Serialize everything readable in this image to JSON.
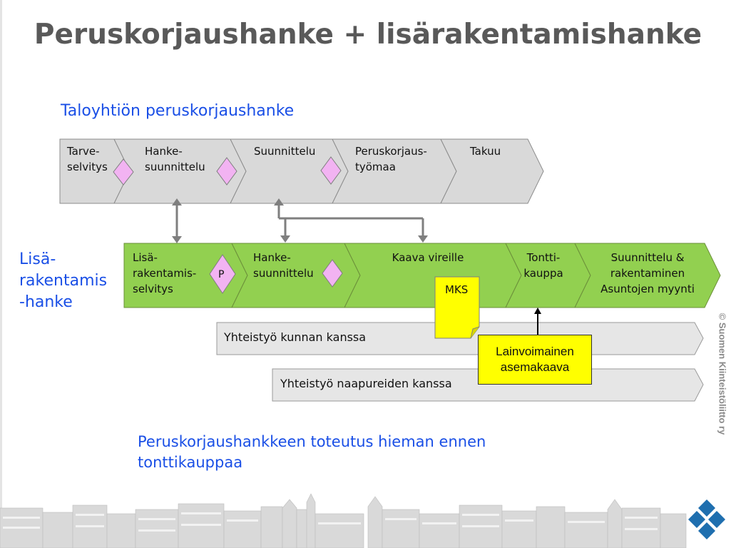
{
  "slide": {
    "title": "Peruskorjaushanke + lisärakentamishanke",
    "top_label": "Taloyhtiön peruskorjaushanke",
    "left_label": [
      "Lisä-",
      "rakentamis",
      "-hanke"
    ],
    "bottom_note": [
      "Peruskorjaushankkeen toteutus hieman ennen",
      "tonttikauppaa"
    ],
    "copyright": "© Suomen Kiinteistöliitto ry"
  },
  "colors": {
    "gray_phase": "#d9d9d9",
    "green_phase": "#92d050",
    "milestone": "#f2b3f2",
    "note": "#ffff00",
    "arrow": "#7f7f7f",
    "handwriting": "#1a4fe6",
    "logo": "#1f6faf"
  },
  "renovation_phases": [
    {
      "lines": [
        "Tarve-",
        "selvitys"
      ]
    },
    {
      "lines": [
        "Hanke-",
        "suunnittelu"
      ]
    },
    {
      "lines": [
        "Suunnittelu"
      ]
    },
    {
      "lines": [
        "Peruskorjaus-",
        "työmaa"
      ]
    },
    {
      "lines": [
        "Takuu"
      ]
    }
  ],
  "infill_phases": [
    {
      "lines": [
        "Lisä-",
        "rakentamis-",
        "selvitys"
      ],
      "milestone_label": "P"
    },
    {
      "lines": [
        "Hanke-",
        "suunnittelu"
      ]
    },
    {
      "lines": [
        "Kaava vireille"
      ]
    },
    {
      "lines": [
        "Tontti-",
        "kauppa"
      ]
    },
    {
      "lines": [
        "Suunnittelu &",
        "rakentaminen",
        "Asuntojen myynti"
      ]
    }
  ],
  "bars": [
    {
      "label": "Yhteistyö kunnan kanssa"
    },
    {
      "label": "Yhteistyö naapureiden kanssa"
    }
  ],
  "notes": {
    "mks": "MKS",
    "plan": [
      "Lainvoimainen",
      "asemakaava"
    ]
  },
  "icons": [
    "diamond-milestone-icon",
    "note-icon",
    "double-arrow-icon",
    "up-arrow-icon",
    "logo-icon"
  ]
}
